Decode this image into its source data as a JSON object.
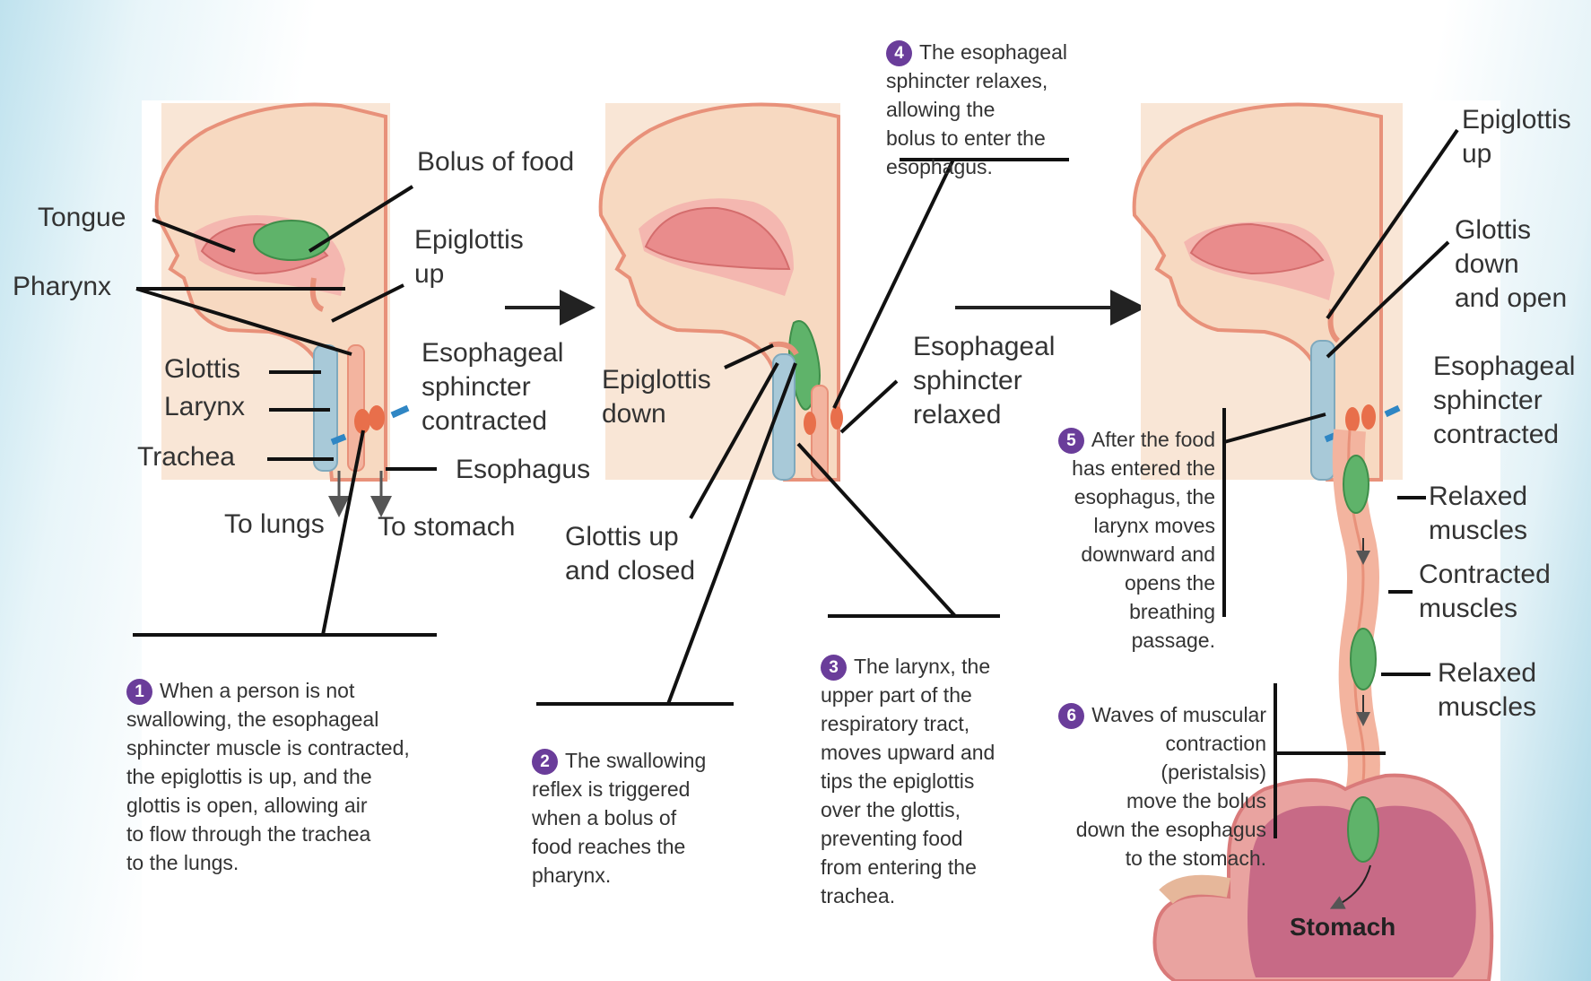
{
  "colors": {
    "skin": "#f7d9c1",
    "tissue_line": "#e8917a",
    "tongue": "#e98c8c",
    "bolus": "#5fb36a",
    "trachea": "#a8c9d8",
    "sphincter": "#e86f4b",
    "arrow_blue": "#2f86c4",
    "badge": "#6a3d9a",
    "stomach_inner": "#c76a86"
  },
  "panel1": {
    "labels": {
      "tongue": "Tongue",
      "pharynx": "Pharynx",
      "bolus": "Bolus of food",
      "epiglottis_up": "Epiglottis\nup",
      "glottis": "Glottis",
      "larynx": "Larynx",
      "trachea": "Trachea",
      "esophageal_sphincter_contracted": "Esophageal\nsphincter\ncontracted",
      "esophagus": "Esophagus",
      "to_lungs": "To lungs",
      "to_stomach": "To stomach"
    },
    "step": {
      "number": "1",
      "text": "When a person is not\nswallowing, the esophageal\nsphincter muscle is contracted,\nthe epiglottis is up, and the\nglottis is open, allowing air\nto flow through the trachea\nto the lungs."
    }
  },
  "panel2": {
    "labels": {
      "epiglottis_down": "Epiglottis\ndown",
      "glottis_up_closed": "Glottis up\nand closed",
      "esophageal_sphincter_relaxed": "Esophageal\nsphincter\nrelaxed"
    },
    "step2": {
      "number": "2",
      "text": "The swallowing\nreflex is triggered\nwhen a bolus of\nfood reaches the\npharynx."
    },
    "step3": {
      "number": "3",
      "text": "The larynx, the\nupper part of the\nrespiratory tract,\nmoves upward and\ntips the epiglottis\nover the glottis,\npreventing food\nfrom entering the\ntrachea."
    },
    "step4": {
      "number": "4",
      "text": "The esophageal\nsphincter relaxes,\nallowing the\nbolus to enter the\nesophagus."
    }
  },
  "panel3": {
    "labels": {
      "epiglottis_up": "Epiglottis\nup",
      "glottis_down_open": "Glottis\ndown\nand open",
      "esophageal_sphincter_contracted": "Esophageal\nsphincter\ncontracted",
      "relaxed_muscles_1": "Relaxed\nmuscles",
      "contracted_muscles": "Contracted\nmuscles",
      "relaxed_muscles_2": "Relaxed\nmuscles",
      "stomach": "Stomach"
    },
    "step5": {
      "number": "5",
      "text": "After the food\nhas entered the\nesophagus, the\nlarynx moves\ndownward and\nopens the\nbreathing\npassage."
    },
    "step6": {
      "number": "6",
      "text": "Waves of muscular\ncontraction\n(peristalsis)\nmove the bolus\ndown the esophagus\nto the stomach."
    }
  }
}
